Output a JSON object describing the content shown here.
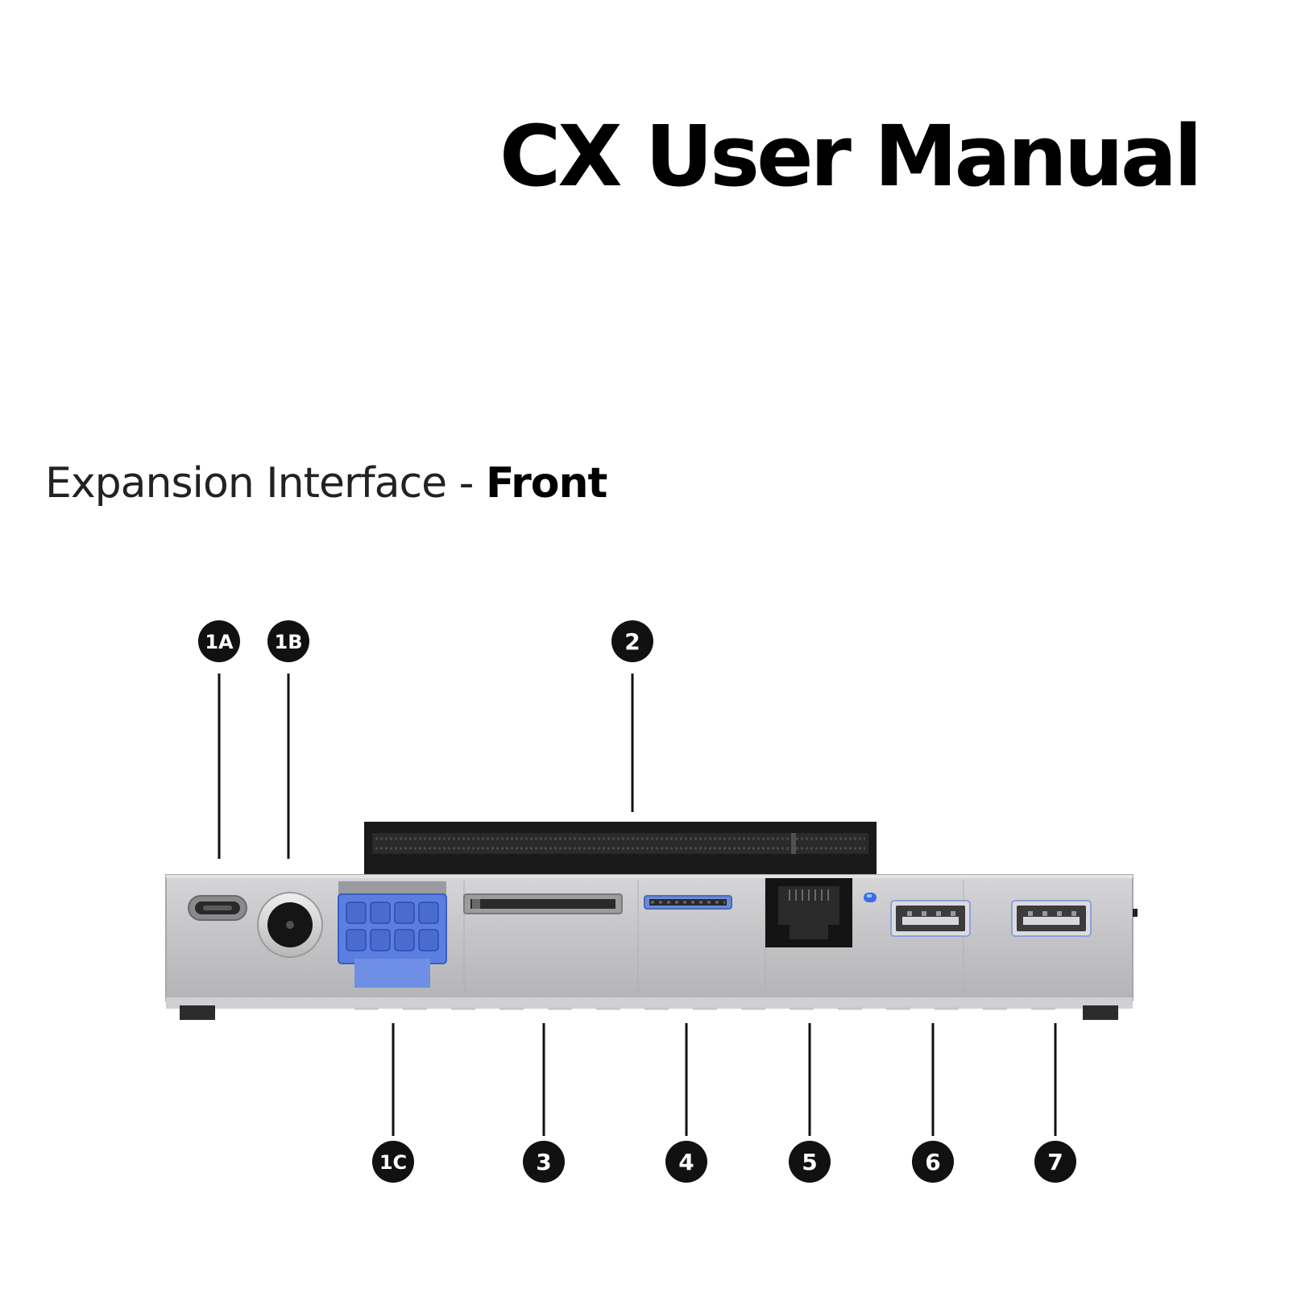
{
  "document": {
    "title": "CX User Manual",
    "section_heading": {
      "prefix": "Expansion Interface - ",
      "emphasis": "Front"
    }
  },
  "callouts": {
    "top": [
      "1A",
      "1B",
      "2"
    ],
    "bottom": [
      "1C",
      "3",
      "4",
      "5",
      "6",
      "7"
    ]
  },
  "colors": {
    "callout_fill": "#111111",
    "device_body": "#c2c2c4",
    "connector_blue": "#5b7fe0",
    "rj45_black": "#141414",
    "edge_connector": "#1a1a1a"
  }
}
